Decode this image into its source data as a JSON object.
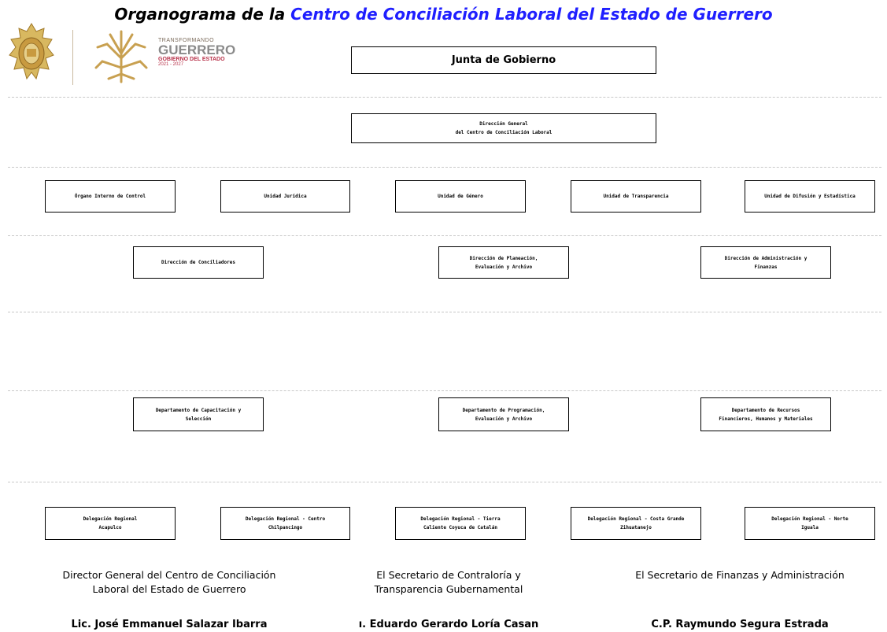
{
  "title": {
    "part1": "Organograma de la",
    "part2": "Centro de Conciliación Laboral del Estado de Guerrero"
  },
  "logo": {
    "brand_line1": "TRANSFORMANDO",
    "brand_line2": "GUERRERO",
    "brand_line3": "GOBIERNO DEL ESTADO",
    "brand_line4": "2021 - 2027"
  },
  "colors": {
    "title_blue": "#1f1fff",
    "brand_red": "#b8324a",
    "seal_gold": "#c8a040"
  },
  "boxes": {
    "junta": "Junta de Gobierno",
    "direccion_general": "Dirección General\ndel Centro de Conciliación Laboral",
    "organo_interno": "Órgano Interno de Control",
    "unidad_juridica": "Unidad Jurídica",
    "unidad_genero": "Unidad de Género",
    "unidad_transparencia": "Unidad de Transparencia",
    "unidad_difusion": "Unidad de Difusión y Estadística",
    "dir_conciliadores": "Dirección de Conciliadores",
    "dir_planeacion": "Dirección de Planeación,\nEvaluación y Archivo",
    "dir_administracion": "Dirección de Administración y\nFinanzas",
    "depto_capacitacion": "Departamento de Capacitación y\nSelección",
    "depto_programacion": "Departamento de Programación,\nEvaluación y Archivo",
    "depto_recursos": "Departamento de Recursos\nFinancieros, Humanos y Materiales",
    "del_acapulco": "Delegación Regional\nAcapulco",
    "del_centro": "Delegación Regional - Centro\nChilpancingo",
    "del_tierra": "Delegación Regional - Tierra\nCaliente Coyuca de Catalán",
    "del_costa": "Delegación Regional - Costa Grande\nZihuatanejo",
    "del_norte": "Delegación Regional - Norte\nIguala"
  },
  "signatures": [
    {
      "title": "Director General del Centro de Conciliación\nLaboral del Estado de Guerrero",
      "name": "Lic.  José Emmanuel Salazar Ibarra"
    },
    {
      "title": "El Secretario de Contraloría y\nTransparencia Gubernamental",
      "name": "ı. Eduardo Gerardo Loría Casan"
    },
    {
      "title": "El Secretario de Finanzas y Administración",
      "name": "C.P. Raymundo Segura Estrada"
    }
  ]
}
